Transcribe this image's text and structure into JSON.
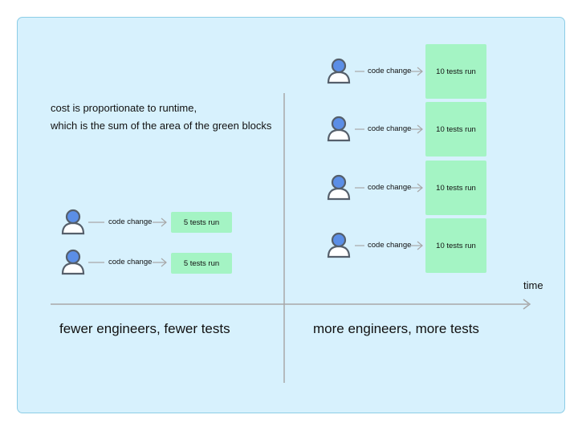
{
  "note": {
    "line1": "cost is proportionate to runtime,",
    "line2": "which is the sum of the area of the green blocks"
  },
  "captions": {
    "left": "fewer engineers, fewer tests",
    "right": "more engineers, more tests"
  },
  "axis": {
    "label": "time"
  },
  "left_rows": [
    {
      "arrow_label": "code change",
      "block_label": "5 tests run"
    },
    {
      "arrow_label": "code change",
      "block_label": "5 tests run"
    }
  ],
  "right_rows": [
    {
      "arrow_label": "code change",
      "block_label": "10 tests run"
    },
    {
      "arrow_label": "code change",
      "block_label": "10 tests run"
    },
    {
      "arrow_label": "code change",
      "block_label": "10 tests run"
    },
    {
      "arrow_label": "code change",
      "block_label": "10 tests run"
    }
  ],
  "colors": {
    "panel": "#d7f1fd",
    "block": "#a4f4c4",
    "axis": "#a8a8a8",
    "avatar_head": "#5b8ee6",
    "avatar_outline": "#555f6b"
  }
}
